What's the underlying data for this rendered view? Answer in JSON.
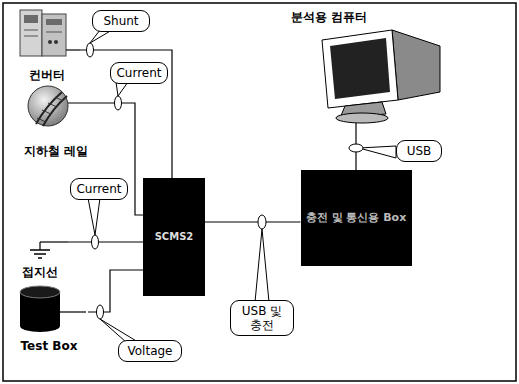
{
  "diagram": {
    "nodes": [
      {
        "text": [
          "컨버터"
        ]
      },
      {
        "text": [
          "분석용 컴퓨터"
        ]
      },
      {
        "text": [
          "지하철 레일"
        ]
      },
      {
        "text": [
          "접지선"
        ]
      },
      {
        "text": [
          "SCMS2"
        ]
      },
      {
        "text": [
          "충전 및 통신용 Box"
        ]
      },
      {
        "text": [
          "Test Box"
        ]
      }
    ],
    "edges": [
      {
        "from": 0,
        "to": 4,
        "label": "Shunt",
        "arrow": "none"
      },
      {
        "from": 2,
        "to": 4,
        "label": "Current",
        "arrow": "none"
      },
      {
        "from": 3,
        "to": 4,
        "label": "Current",
        "arrow": "none"
      },
      {
        "from": 6,
        "to": 4,
        "label": "Voltage",
        "arrow": "none"
      },
      {
        "from": 4,
        "to": 5,
        "label": "USB 및 충전",
        "arrow": "none"
      },
      {
        "from": 5,
        "to": 1,
        "label": "USB",
        "arrow": "none"
      }
    ]
  }
}
